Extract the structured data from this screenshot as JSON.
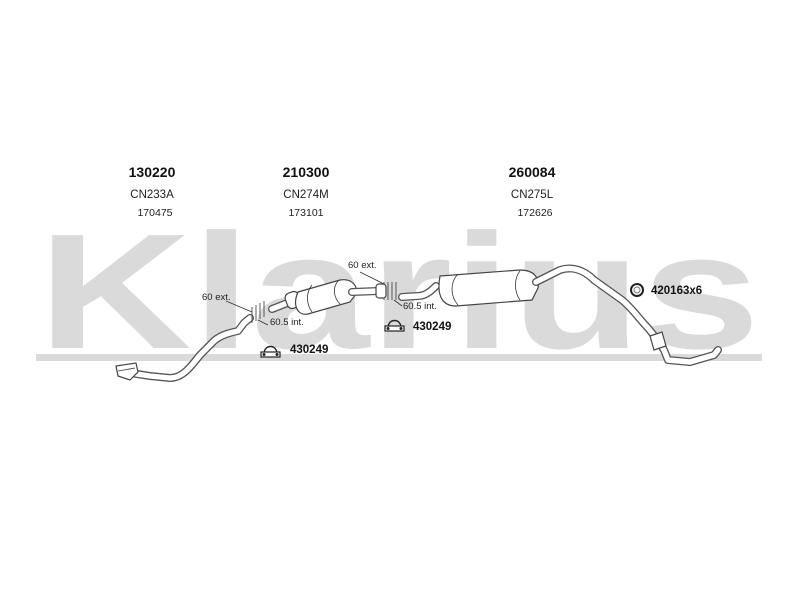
{
  "watermark": {
    "text": "Klarius",
    "color": "#d9d9d9"
  },
  "parts": [
    {
      "number": "130220",
      "ref": "CN233A",
      "code": "170475"
    },
    {
      "number": "210300",
      "ref": "CN274M",
      "code": "173101"
    },
    {
      "number": "260084",
      "ref": "CN275L",
      "code": "172626"
    }
  ],
  "annotations": {
    "ext_1": "60 ext.",
    "int_1": "60.5 int.",
    "ext_2": "60 ext.",
    "int_2": "60.5 int."
  },
  "accessories": {
    "clamp_1": "430249",
    "clamp_2": "430249",
    "ring": "420163x6"
  }
}
